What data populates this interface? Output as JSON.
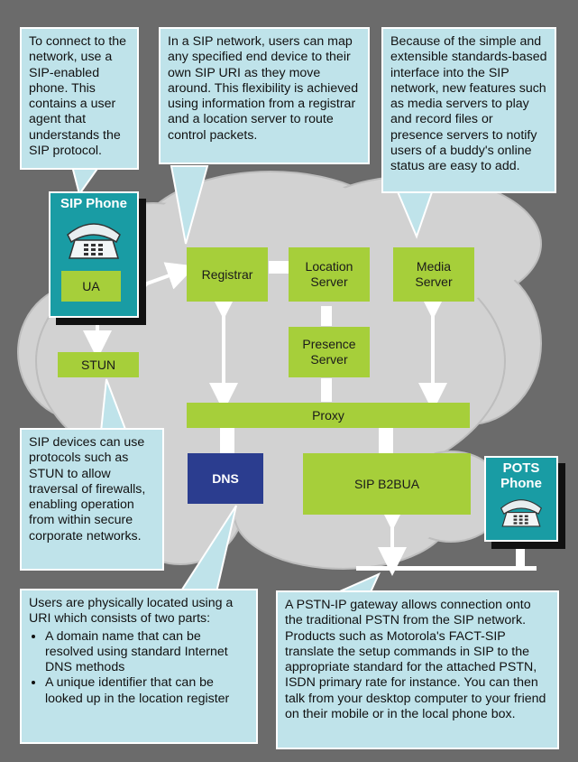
{
  "callouts": {
    "sip_phone_info": "To connect to the network, use a SIP-enabled phone. This contains a user agent that understands the SIP protocol.",
    "uri_mapping_info": "In a SIP network, users can map any specified end device to their own SIP URI as they move around. This flexibility is achieved using information from a registrar and a location server to route control packets.",
    "features_info": "Because of the simple and extensible standards-based interface into the SIP network, new features such as media servers to play and record files or presence servers to notify users of a buddy's online status are easy to add.",
    "stun_info": "SIP devices can use protocols such as STUN to allow traversal of firewalls, enabling operation from within secure corporate networks.",
    "dns_info": {
      "intro": "Users are physically located using a URI which consists of two parts:",
      "bullets": [
        "A domain name that can be resolved using standard Internet DNS methods",
        "A unique identifier that can be looked up in the location register"
      ]
    },
    "gateway_info": "A PSTN-IP gateway allows connection onto the traditional PSTN from the SIP network. Products such as Motorola's FACT-SIP translate the setup commands in SIP to the appropriate standard for the attached PSTN, ISDN primary rate for instance. You can then talk from your desktop computer to your friend on their mobile or in the local phone box."
  },
  "devices": {
    "sip_phone": "SIP Phone",
    "pots_phone": "POTS Phone"
  },
  "nodes": {
    "ua": "UA",
    "stun": "STUN",
    "registrar": "Registrar",
    "location_server": "Location Server",
    "media_server": "Media Server",
    "presence_server": "Presence Server",
    "proxy": "Proxy",
    "dns": "DNS",
    "sip_b2bua": "SIP B2BUA"
  },
  "colors": {
    "background": "#6b6b6b",
    "cloud": "#d2d2d2",
    "callout": "#bfe3ea",
    "node": "#a6cf3a",
    "dns": "#2b3d8f",
    "device": "#199ca4"
  }
}
